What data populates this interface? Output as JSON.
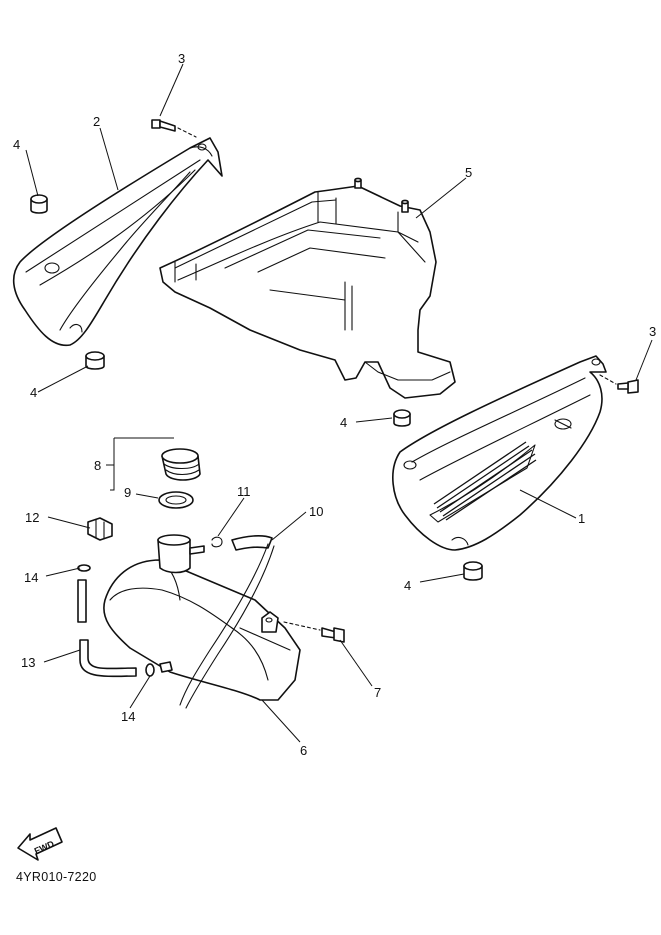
{
  "diagram": {
    "code": "4YR010-7220",
    "fwd_label": "FWD",
    "callouts": {
      "c1": "1",
      "c2": "2",
      "c3a": "3",
      "c3b": "3",
      "c4a": "4",
      "c4b": "4",
      "c4c": "4",
      "c4d": "4",
      "c5": "5",
      "c6": "6",
      "c7": "7",
      "c8": "8",
      "c9": "9",
      "c10": "10",
      "c11": "11",
      "c12": "12",
      "c13": "13",
      "c14a": "14",
      "c14b": "14"
    }
  }
}
